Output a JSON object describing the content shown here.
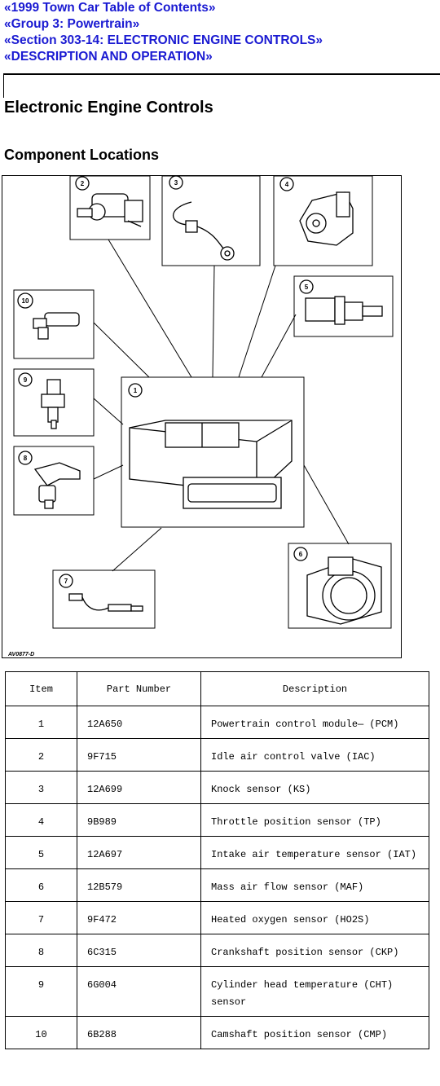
{
  "nav": {
    "links": [
      "«1999 Town Car Table of Contents»",
      "«Group 3: Powertrain»",
      "«Section 303-14: ELECTRONIC ENGINE CONTROLS»",
      "«DESCRIPTION AND OPERATION»"
    ]
  },
  "page": {
    "title": "Electronic Engine Controls",
    "subtitle": "Component Locations"
  },
  "figure": {
    "id": "AV0877-D",
    "callouts": [
      "1",
      "2",
      "3",
      "4",
      "5",
      "6",
      "7",
      "8",
      "9",
      "10"
    ]
  },
  "table": {
    "headers": [
      "Item",
      "Part Number",
      "Description"
    ],
    "rows": [
      {
        "item": "1",
        "part": "12A650",
        "desc": "Powertrain control module— (PCM)"
      },
      {
        "item": "2",
        "part": "9F715",
        "desc": "Idle air control valve (IAC)"
      },
      {
        "item": "3",
        "part": "12A699",
        "desc": "Knock sensor (KS)"
      },
      {
        "item": "4",
        "part": "9B989",
        "desc": "Throttle position sensor (TP)"
      },
      {
        "item": "5",
        "part": "12A697",
        "desc": "Intake air temperature sensor (IAT)"
      },
      {
        "item": "6",
        "part": "12B579",
        "desc": "Mass air flow sensor (MAF)"
      },
      {
        "item": "7",
        "part": "9F472",
        "desc": "Heated oxygen sensor (HO2S)"
      },
      {
        "item": "8",
        "part": "6C315",
        "desc": "Crankshaft position sensor (CKP)"
      },
      {
        "item": "9",
        "part": "6G004",
        "desc": "Cylinder head temperature (CHT) sensor"
      },
      {
        "item": "10",
        "part": "6B288",
        "desc": "Camshaft position sensor (CMP)"
      }
    ]
  }
}
